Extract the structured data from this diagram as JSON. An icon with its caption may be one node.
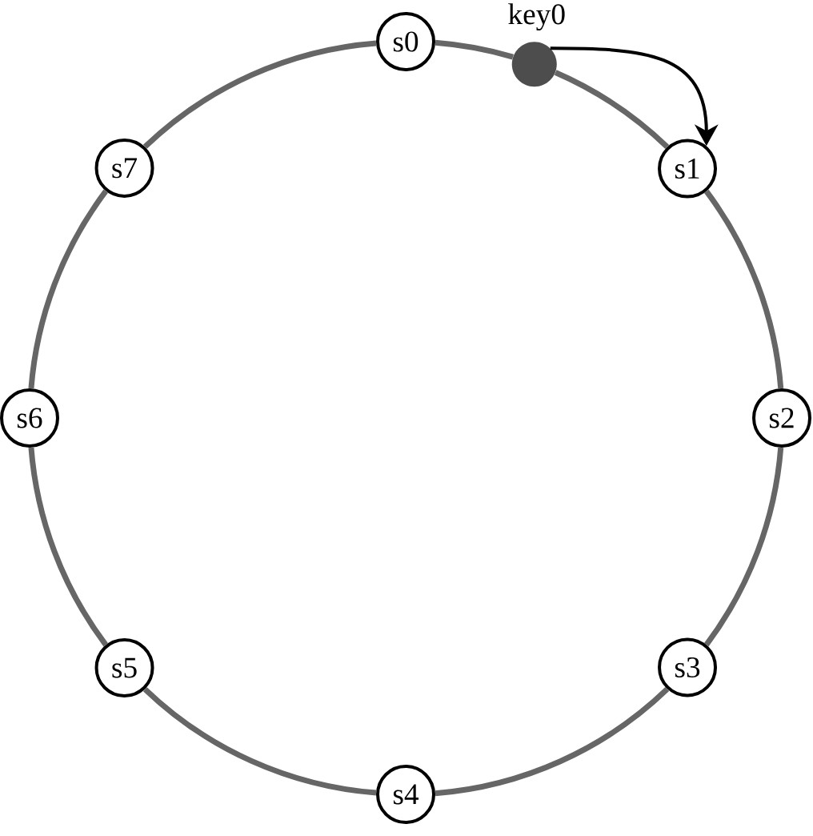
{
  "diagram": {
    "nodes": [
      {
        "text": [
          "s0"
        ]
      },
      {
        "text": [
          "s1"
        ]
      },
      {
        "text": [
          "s2"
        ]
      },
      {
        "text": [
          "s3"
        ]
      },
      {
        "text": [
          "s4"
        ]
      },
      {
        "text": [
          "s5"
        ]
      },
      {
        "text": [
          "s6"
        ]
      },
      {
        "text": [
          "s7"
        ]
      },
      {
        "text": [],
        "shape": "circle",
        "beside": [
          "key0"
        ]
      }
    ],
    "edges": [
      {
        "from": 0,
        "to": 8,
        "arrow": "none"
      },
      {
        "from": 8,
        "to": 1,
        "arrow": "none"
      },
      {
        "from": 1,
        "to": 2,
        "arrow": "none"
      },
      {
        "from": 2,
        "to": 3,
        "arrow": "none"
      },
      {
        "from": 3,
        "to": 4,
        "arrow": "none"
      },
      {
        "from": 4,
        "to": 5,
        "arrow": "none"
      },
      {
        "from": 5,
        "to": 6,
        "arrow": "none"
      },
      {
        "from": 6,
        "to": 7,
        "arrow": "none"
      },
      {
        "from": 7,
        "to": 0,
        "arrow": "none"
      },
      {
        "from": 8,
        "to": 1,
        "arrow": "to",
        "color": "#000000"
      }
    ]
  }
}
